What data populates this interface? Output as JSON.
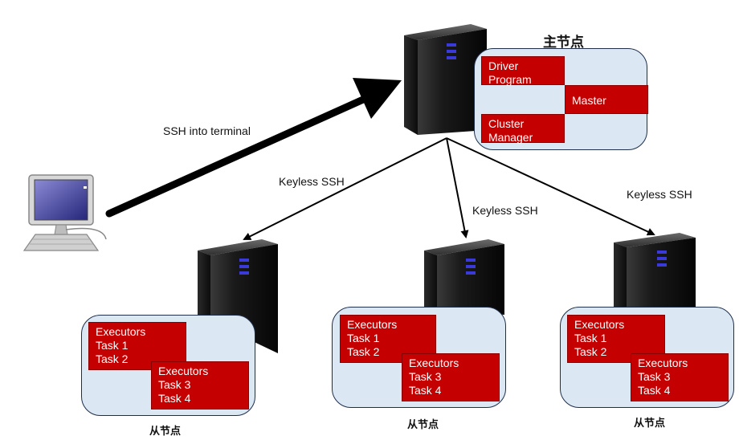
{
  "master": {
    "title": "主节点",
    "driver": "Driver\nProgram",
    "master": "Master",
    "cluster": "Cluster\nManager"
  },
  "edges": {
    "ssh_terminal": "SSH into terminal",
    "keyless_left": "Keyless SSH",
    "keyless_middle": "Keyless SSH",
    "keyless_right": "Keyless SSH"
  },
  "workers": [
    {
      "title": "从节点",
      "box_top": "Executors\nTask 1\nTask 2",
      "box_bottom": "Executors\nTask 3\nTask 4"
    },
    {
      "title": "从节点",
      "box_top": "Executors\nTask 1\nTask 2",
      "box_bottom": "Executors\nTask 3\nTask 4"
    },
    {
      "title": "从节点",
      "box_top": "Executors\nTask 1\nTask 2",
      "box_bottom": "Executors\nTask 3\nTask 4"
    }
  ],
  "colors": {
    "panel_fill": "#dbe8f4",
    "panel_border": "#1f2f4a",
    "box_fill": "#c40000",
    "arrow": "#000000"
  },
  "icons": [
    "server-icon",
    "computer-icon"
  ]
}
